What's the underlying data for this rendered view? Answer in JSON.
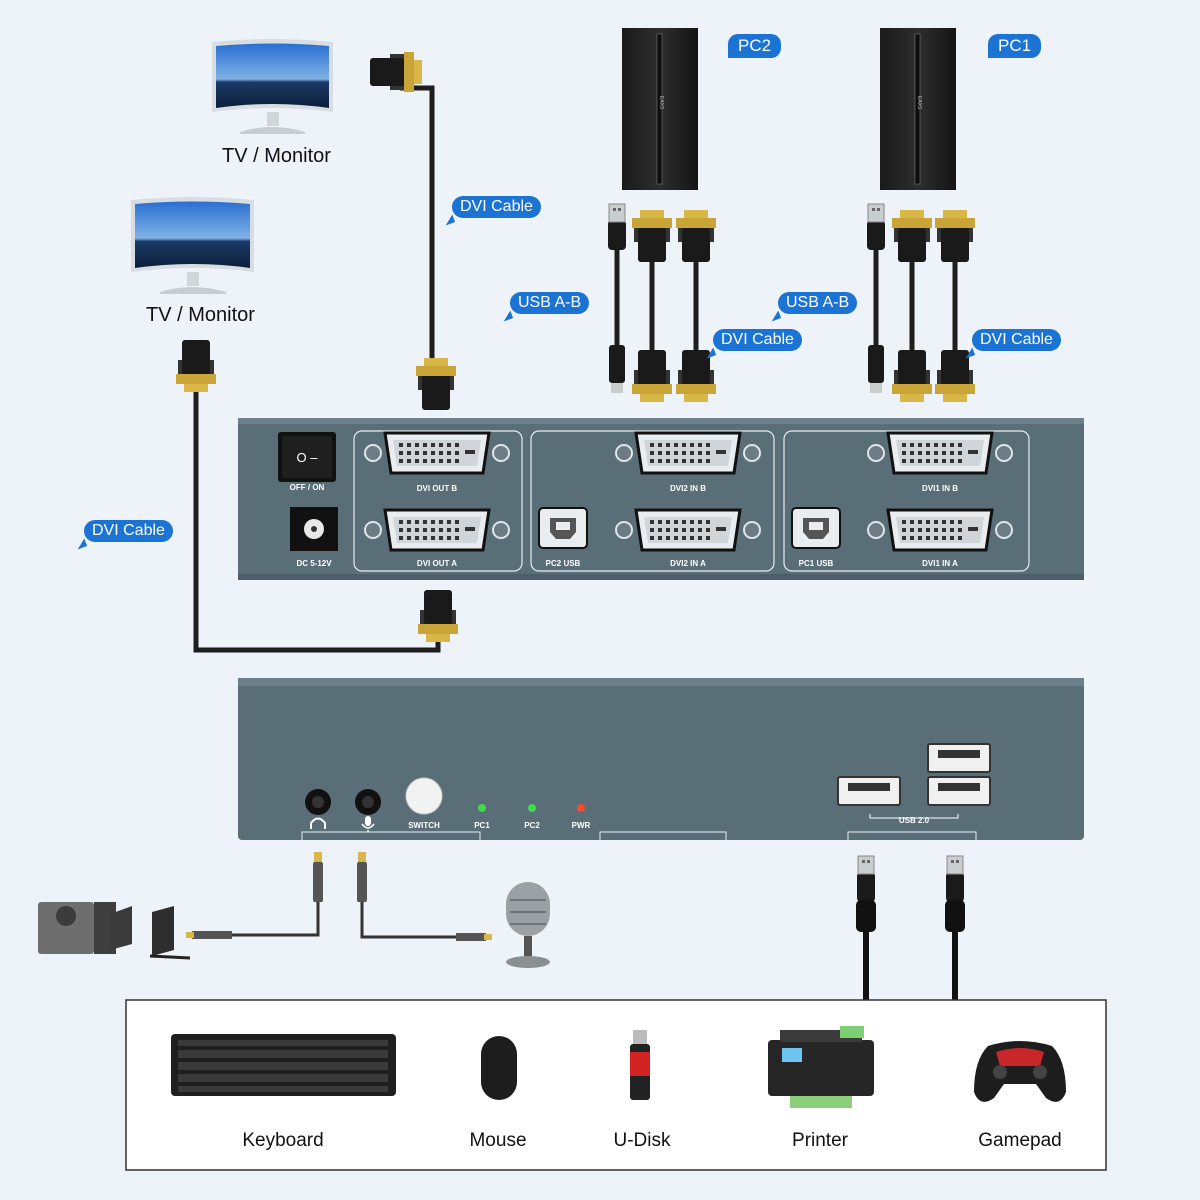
{
  "monitors": {
    "top_label": "TV / Monitor",
    "left_label": "TV / Monitor"
  },
  "pcs": {
    "pc2": "PC2",
    "pc1": "PC1",
    "tower_brand": "EAXS"
  },
  "cable_tags": {
    "dvi_top": "DVI Cable",
    "usb_pc2": "USB A-B",
    "dvi_pc2": "DVI Cable",
    "usb_pc1": "USB A-B",
    "dvi_pc1": "DVI Cable",
    "dvi_left": "DVI Cable"
  },
  "rear_panel": {
    "power_switch": "OFF / ON",
    "power_switch_glyph": "O  –",
    "dc_input": "DC 5-12V",
    "dvi_out_b": "DVI OUT B",
    "dvi_out_a": "DVI OUT A",
    "pc2_usb": "PC2 USB",
    "dvi2_in_b": "DVI2 IN B",
    "dvi2_in_a": "DVI2 IN A",
    "pc1_usb": "PC1 USB",
    "dvi1_in_b": "DVI1 IN B",
    "dvi1_in_a": "DVI1 IN A"
  },
  "front_panel": {
    "switch": "SWITCH",
    "led_pc1": "PC1",
    "led_pc2": "PC2",
    "led_pwr": "PWR",
    "usb": "USB 2.0",
    "led_colors": {
      "pc1": "#3ddc4a",
      "pc2": "#3ddc4a",
      "pwr": "#ff4a2a"
    }
  },
  "devices": [
    "Keyboard",
    "Mouse",
    "U-Disk",
    "Printer",
    "Gamepad"
  ],
  "colors": {
    "accent": "#1b74d3",
    "chassis": "#5a6e78",
    "background": "#eef3f9"
  }
}
